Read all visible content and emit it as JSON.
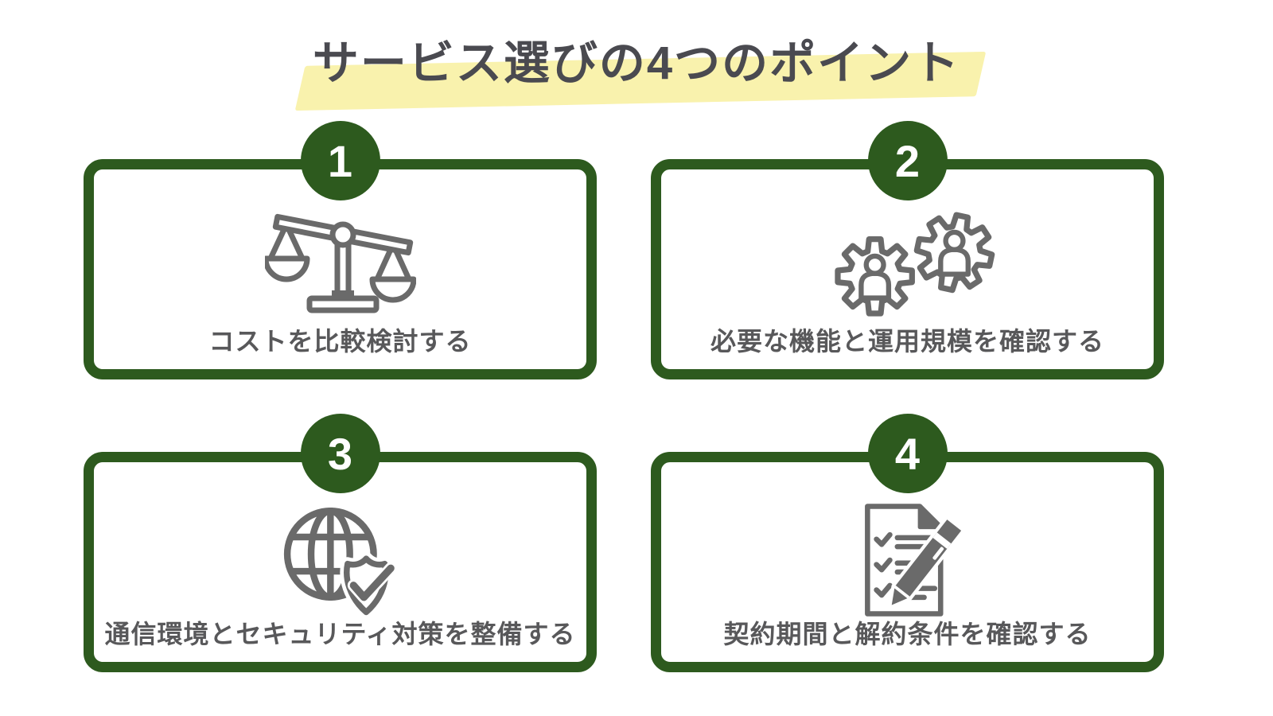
{
  "title": {
    "text": "サービス選びの4つのポイント"
  },
  "colors": {
    "accent_green": "#2d5a1e",
    "icon_gray": "#6a6a6a",
    "caption_gray": "#58585a",
    "title_gray": "#4a4a50",
    "highlight_yellow": "#f9f2ad",
    "background": "#ffffff"
  },
  "cards": [
    {
      "number": "1",
      "label": "コストを比較検討する",
      "icon": "balance-scale-icon"
    },
    {
      "number": "2",
      "label": "必要な機能と運用規模を確認する",
      "icon": "gears-users-icon"
    },
    {
      "number": "3",
      "label": "通信環境とセキュリティ対策を整備する",
      "icon": "globe-shield-check-icon"
    },
    {
      "number": "4",
      "label": "契約期間と解約条件を確認する",
      "icon": "checklist-pencil-icon"
    }
  ]
}
